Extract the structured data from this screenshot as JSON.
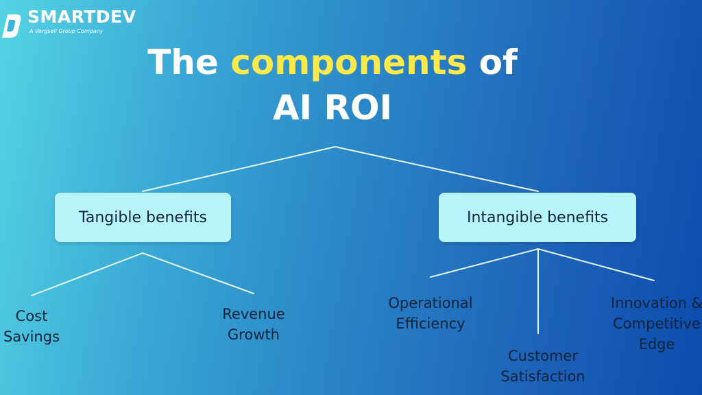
{
  "brand": {
    "name": "SMARTDEV",
    "tagline": "A Vergsell Group Company",
    "mark_icon": "slanted-d-logo-icon"
  },
  "title": {
    "word_1": "The",
    "word_highlight": "components",
    "word_3": "of",
    "line_2": "AI ROI",
    "highlight_color": "#fde94a"
  },
  "categories": [
    {
      "label": "Tangible benefits",
      "children": [
        {
          "lines": [
            "Cost",
            "Savings"
          ]
        },
        {
          "lines": [
            "Revenue",
            "Growth"
          ]
        }
      ]
    },
    {
      "label": "Intangible benefits",
      "children": [
        {
          "lines": [
            "Operational",
            "Efficiency"
          ]
        },
        {
          "lines": [
            "Customer",
            "Satisfaction"
          ]
        },
        {
          "lines": [
            "Innovation &",
            "Competitive",
            "Edge"
          ]
        }
      ]
    }
  ],
  "colors": {
    "gradient_start": "#55d3e3",
    "gradient_end": "#0b4cad",
    "box_fill": "#b7f4fa",
    "connector": "#e6f7ff",
    "text_dark": "#10233a"
  }
}
